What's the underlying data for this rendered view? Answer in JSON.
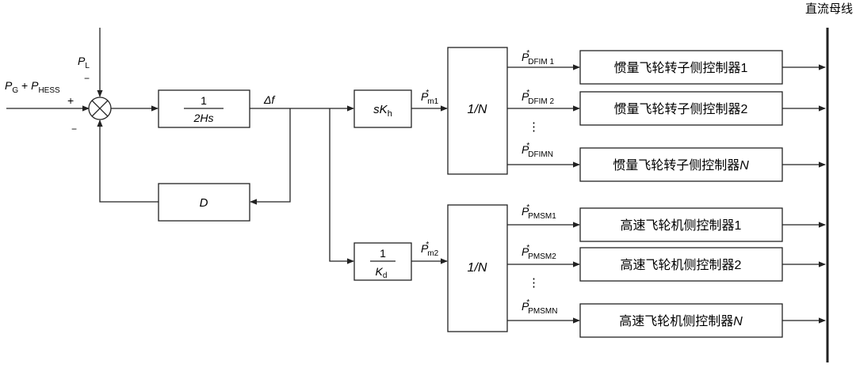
{
  "dc_bus": {
    "label": "直流母线"
  },
  "inputs": {
    "pg_hess": {
      "p1": "P",
      "s1": "G",
      "plus": " + ",
      "p2": "P",
      "s2": "HESS"
    },
    "pl": {
      "p": "P",
      "s": "L"
    },
    "sign_plus": "+",
    "sign_minus_top": "−",
    "sign_minus_bottom": "−"
  },
  "blocks": {
    "inertia": {
      "num": "1",
      "den": "2Hs"
    },
    "delta_f": "Δf",
    "damping": "D",
    "skh": {
      "s": "sK",
      "sub": "h"
    },
    "kd": {
      "num": "1",
      "den": "K",
      "sub": "d"
    },
    "div_upper": "1/N",
    "div_lower": "1/N"
  },
  "signals": {
    "pm1": {
      "p": "P",
      "star": "*",
      "sub": "m1"
    },
    "pm2": {
      "p": "P",
      "star": "*",
      "sub": "m2"
    },
    "dfim": [
      {
        "p": "P",
        "star": "*",
        "sub": "DFIM 1"
      },
      {
        "p": "P",
        "star": "*",
        "sub": "DFIM 2"
      },
      {
        "p": "P",
        "star": "*",
        "sub": "DFIMN"
      }
    ],
    "pmsm": [
      {
        "p": "P",
        "star": "*",
        "sub": "PMSM1"
      },
      {
        "p": "P",
        "star": "*",
        "sub": "PMSM2"
      },
      {
        "p": "P",
        "star": "*",
        "sub": "PMSMN"
      }
    ],
    "dots": "⋮"
  },
  "controllers": {
    "dfim": [
      {
        "text": "惯量飞轮转子侧控制器",
        "index": "1"
      },
      {
        "text": "惯量飞轮转子侧控制器",
        "index": "2"
      },
      {
        "text": "惯量飞轮转子侧控制器",
        "index": "N"
      }
    ],
    "pmsm": [
      {
        "text": "高速飞轮机侧控制器",
        "index": "1"
      },
      {
        "text": "高速飞轮机侧控制器",
        "index": "2"
      },
      {
        "text": "高速飞轮机侧控制器",
        "index": "N"
      }
    ]
  }
}
